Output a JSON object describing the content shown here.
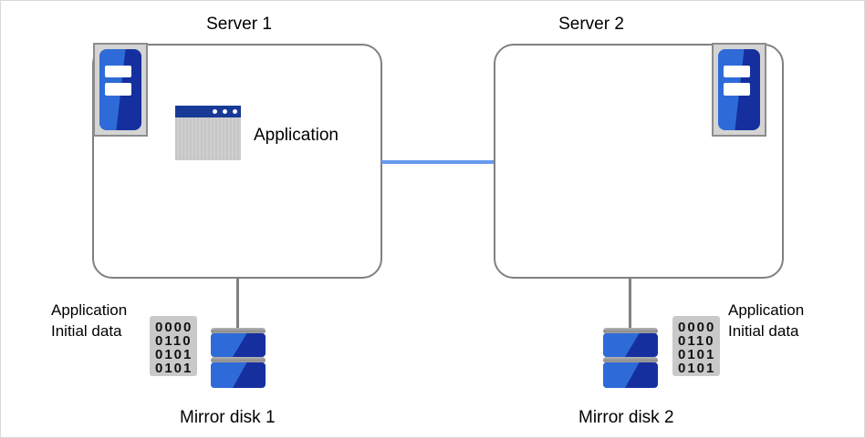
{
  "diagram": {
    "title_left": "Server 1",
    "title_right": "Server 2",
    "application_label": "Application",
    "disk_label_left": "Mirror disk 1",
    "disk_label_right": "Mirror disk 2",
    "data_label_line1": "Application",
    "data_label_line2": "Initial data",
    "binary_rows": [
      "0000",
      "0110",
      "0101",
      "0101"
    ],
    "icons": {
      "server_chassis": "server-icon",
      "application_window": "application-window-icon",
      "mirror_disk": "disk-icon",
      "binary_data": "binary-data-icon"
    },
    "colors": {
      "accent_blue_dark": "#15309e",
      "accent_blue_light": "#2f6bd8",
      "interconnect_blue": "#6699f0",
      "enclosure_gray": "#808080",
      "icon_gray": "#c9c9c9",
      "background": "#ffffff"
    }
  }
}
